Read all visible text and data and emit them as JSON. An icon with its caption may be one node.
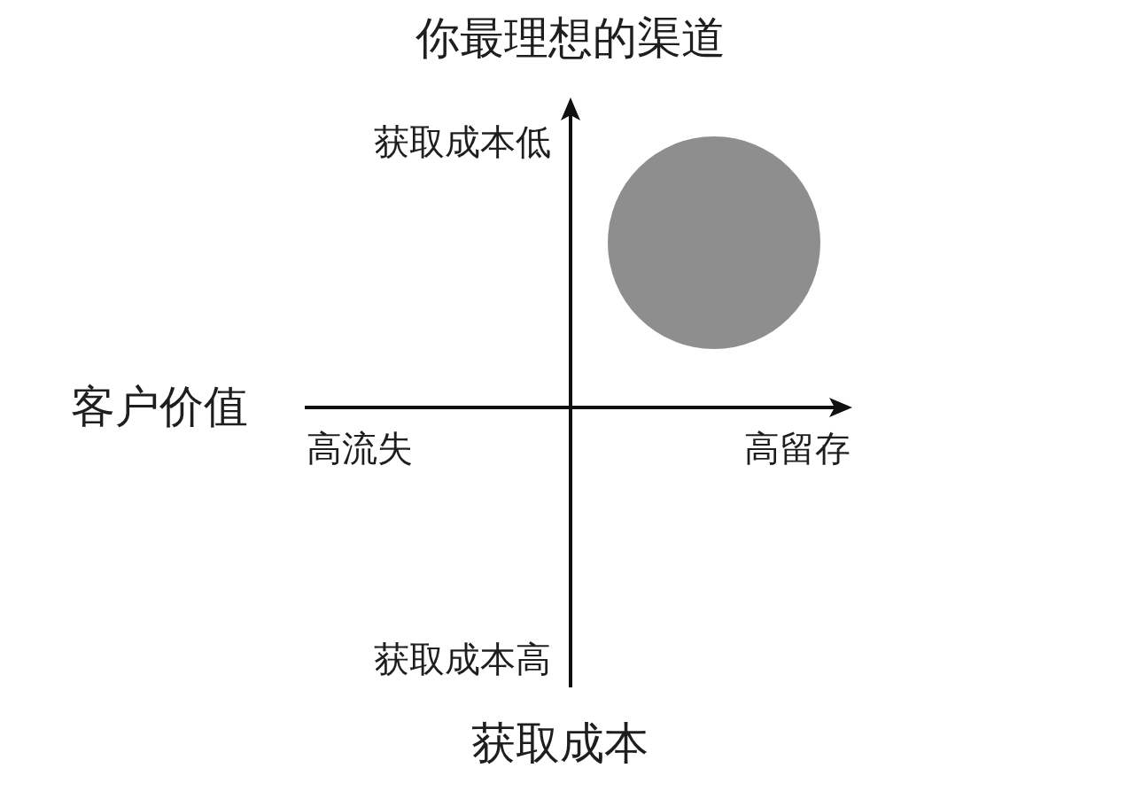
{
  "diagram": {
    "title": "你最理想的渠道",
    "nodes": [
      {
        "text": [],
        "shape": "circle"
      }
    ],
    "labels": [
      "获取成本低",
      "客户价值",
      "高流失",
      "高留存",
      "获取成本高",
      "获取成本"
    ]
  }
}
